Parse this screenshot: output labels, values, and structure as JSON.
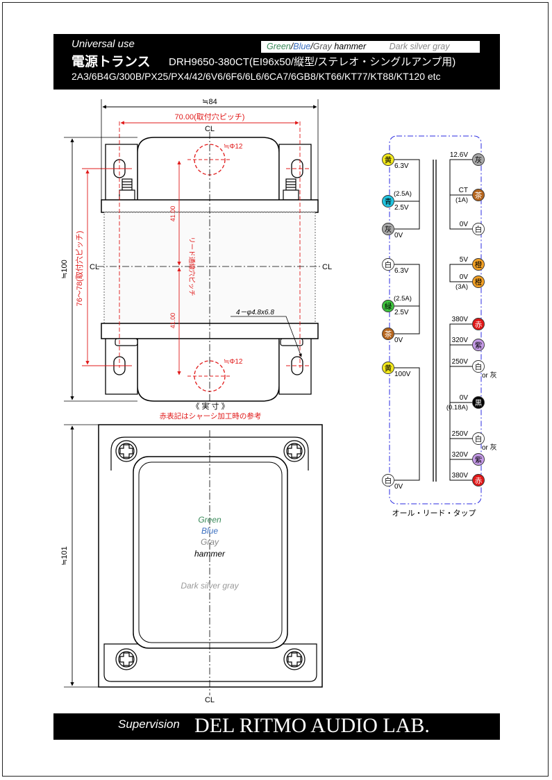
{
  "header": {
    "universal_use": "Universal use",
    "title": "電源トランス",
    "model": "DRH9650-380CT(EI96x50/縦型/ステレオ・シングルアンプ用)",
    "tubes": "2A3/6B4G/300B/PX25/PX4/42/6V6/6F6/6L6/6CA7/6GB8/KT66/KT77/KT88/KT120 etc",
    "color_green": "Green",
    "color_blue": "Blue",
    "color_gray": "Gray",
    "color_hammer": "hammer",
    "color_dark": "Dark silver gray",
    "slash": "/"
  },
  "front_view": {
    "width_dim": "≒84",
    "pitch_dim": "70.00(取付穴ピッチ)",
    "height_dim": "≒100",
    "pitch_v_dim": "76～78(取付穴ピッチ)",
    "cl": "CL",
    "hole_top": "≒Φ12",
    "hole_bottom": "≒Φ12",
    "dim_41_top": "41.00",
    "dim_41_bottom": "41.00",
    "lead_pitch": "リード通線穴ピッチ",
    "mount_holes": "4－φ4.8x6.8",
    "actual_size": "《 実 寸 》",
    "note": "赤表記はシャーシ加工時の参考"
  },
  "bottom_view": {
    "depth_dim": "≒101",
    "cl": "CL",
    "color_green": "Green",
    "color_blue": "Blue",
    "color_gray": "Gray",
    "color_hammer": "hammer",
    "color_dark": "Dark silver gray"
  },
  "schematic": {
    "caption": "オール・リード・タップ",
    "colors": {
      "yellow": "#f4ea1c",
      "cyan": "#22c4e0",
      "gray": "#a8a8a8",
      "white": "#ffffff",
      "green": "#3ec43e",
      "brown": "#b5651d",
      "orange": "#f2a024",
      "red": "#e01818",
      "purple": "#c49ae6",
      "black": "#000000"
    },
    "left": [
      {
        "glyph": "黄",
        "color": "yellow",
        "label": "6.3V"
      },
      {
        "glyph": "青",
        "color": "cyan",
        "label": "2.5V",
        "sub": "(2.5A)"
      },
      {
        "glyph": "灰",
        "color": "gray",
        "label": "0V"
      },
      {
        "glyph": "白",
        "color": "white",
        "label": "6.3V"
      },
      {
        "glyph": "緑",
        "color": "green",
        "label": "2.5V",
        "sub": "(2.5A)"
      },
      {
        "glyph": "茶",
        "color": "brown",
        "label": "0V"
      },
      {
        "glyph": "黄",
        "color": "yellow",
        "label": "100V"
      },
      {
        "glyph": "白",
        "color": "white",
        "label": "0V"
      }
    ],
    "right": [
      {
        "glyph": "灰",
        "color": "gray",
        "label": "12.6V"
      },
      {
        "glyph": "茶",
        "color": "brown",
        "label": "CT",
        "sub": "(1A)"
      },
      {
        "glyph": "白",
        "color": "white",
        "label": "0V"
      },
      {
        "glyph": "橙",
        "color": "orange",
        "label": "5V"
      },
      {
        "glyph": "橙",
        "color": "orange",
        "label": "0V",
        "sub": "(3A)"
      },
      {
        "glyph": "赤",
        "color": "red",
        "label": "380V"
      },
      {
        "glyph": "紫",
        "color": "purple",
        "label": "320V"
      },
      {
        "glyph": "白",
        "color": "white",
        "label": "250V",
        "alt": "or 灰"
      },
      {
        "glyph": "黒",
        "color": "black",
        "label": "0V",
        "sub": "(0.18A)"
      },
      {
        "glyph": "白",
        "color": "white",
        "label": "250V",
        "alt": "or 灰"
      },
      {
        "glyph": "紫",
        "color": "purple",
        "label": "320V"
      },
      {
        "glyph": "赤",
        "color": "red",
        "label": "380V"
      }
    ]
  },
  "footer": {
    "supervision": "Supervision",
    "lab": "DEL RITMO AUDIO LAB."
  }
}
